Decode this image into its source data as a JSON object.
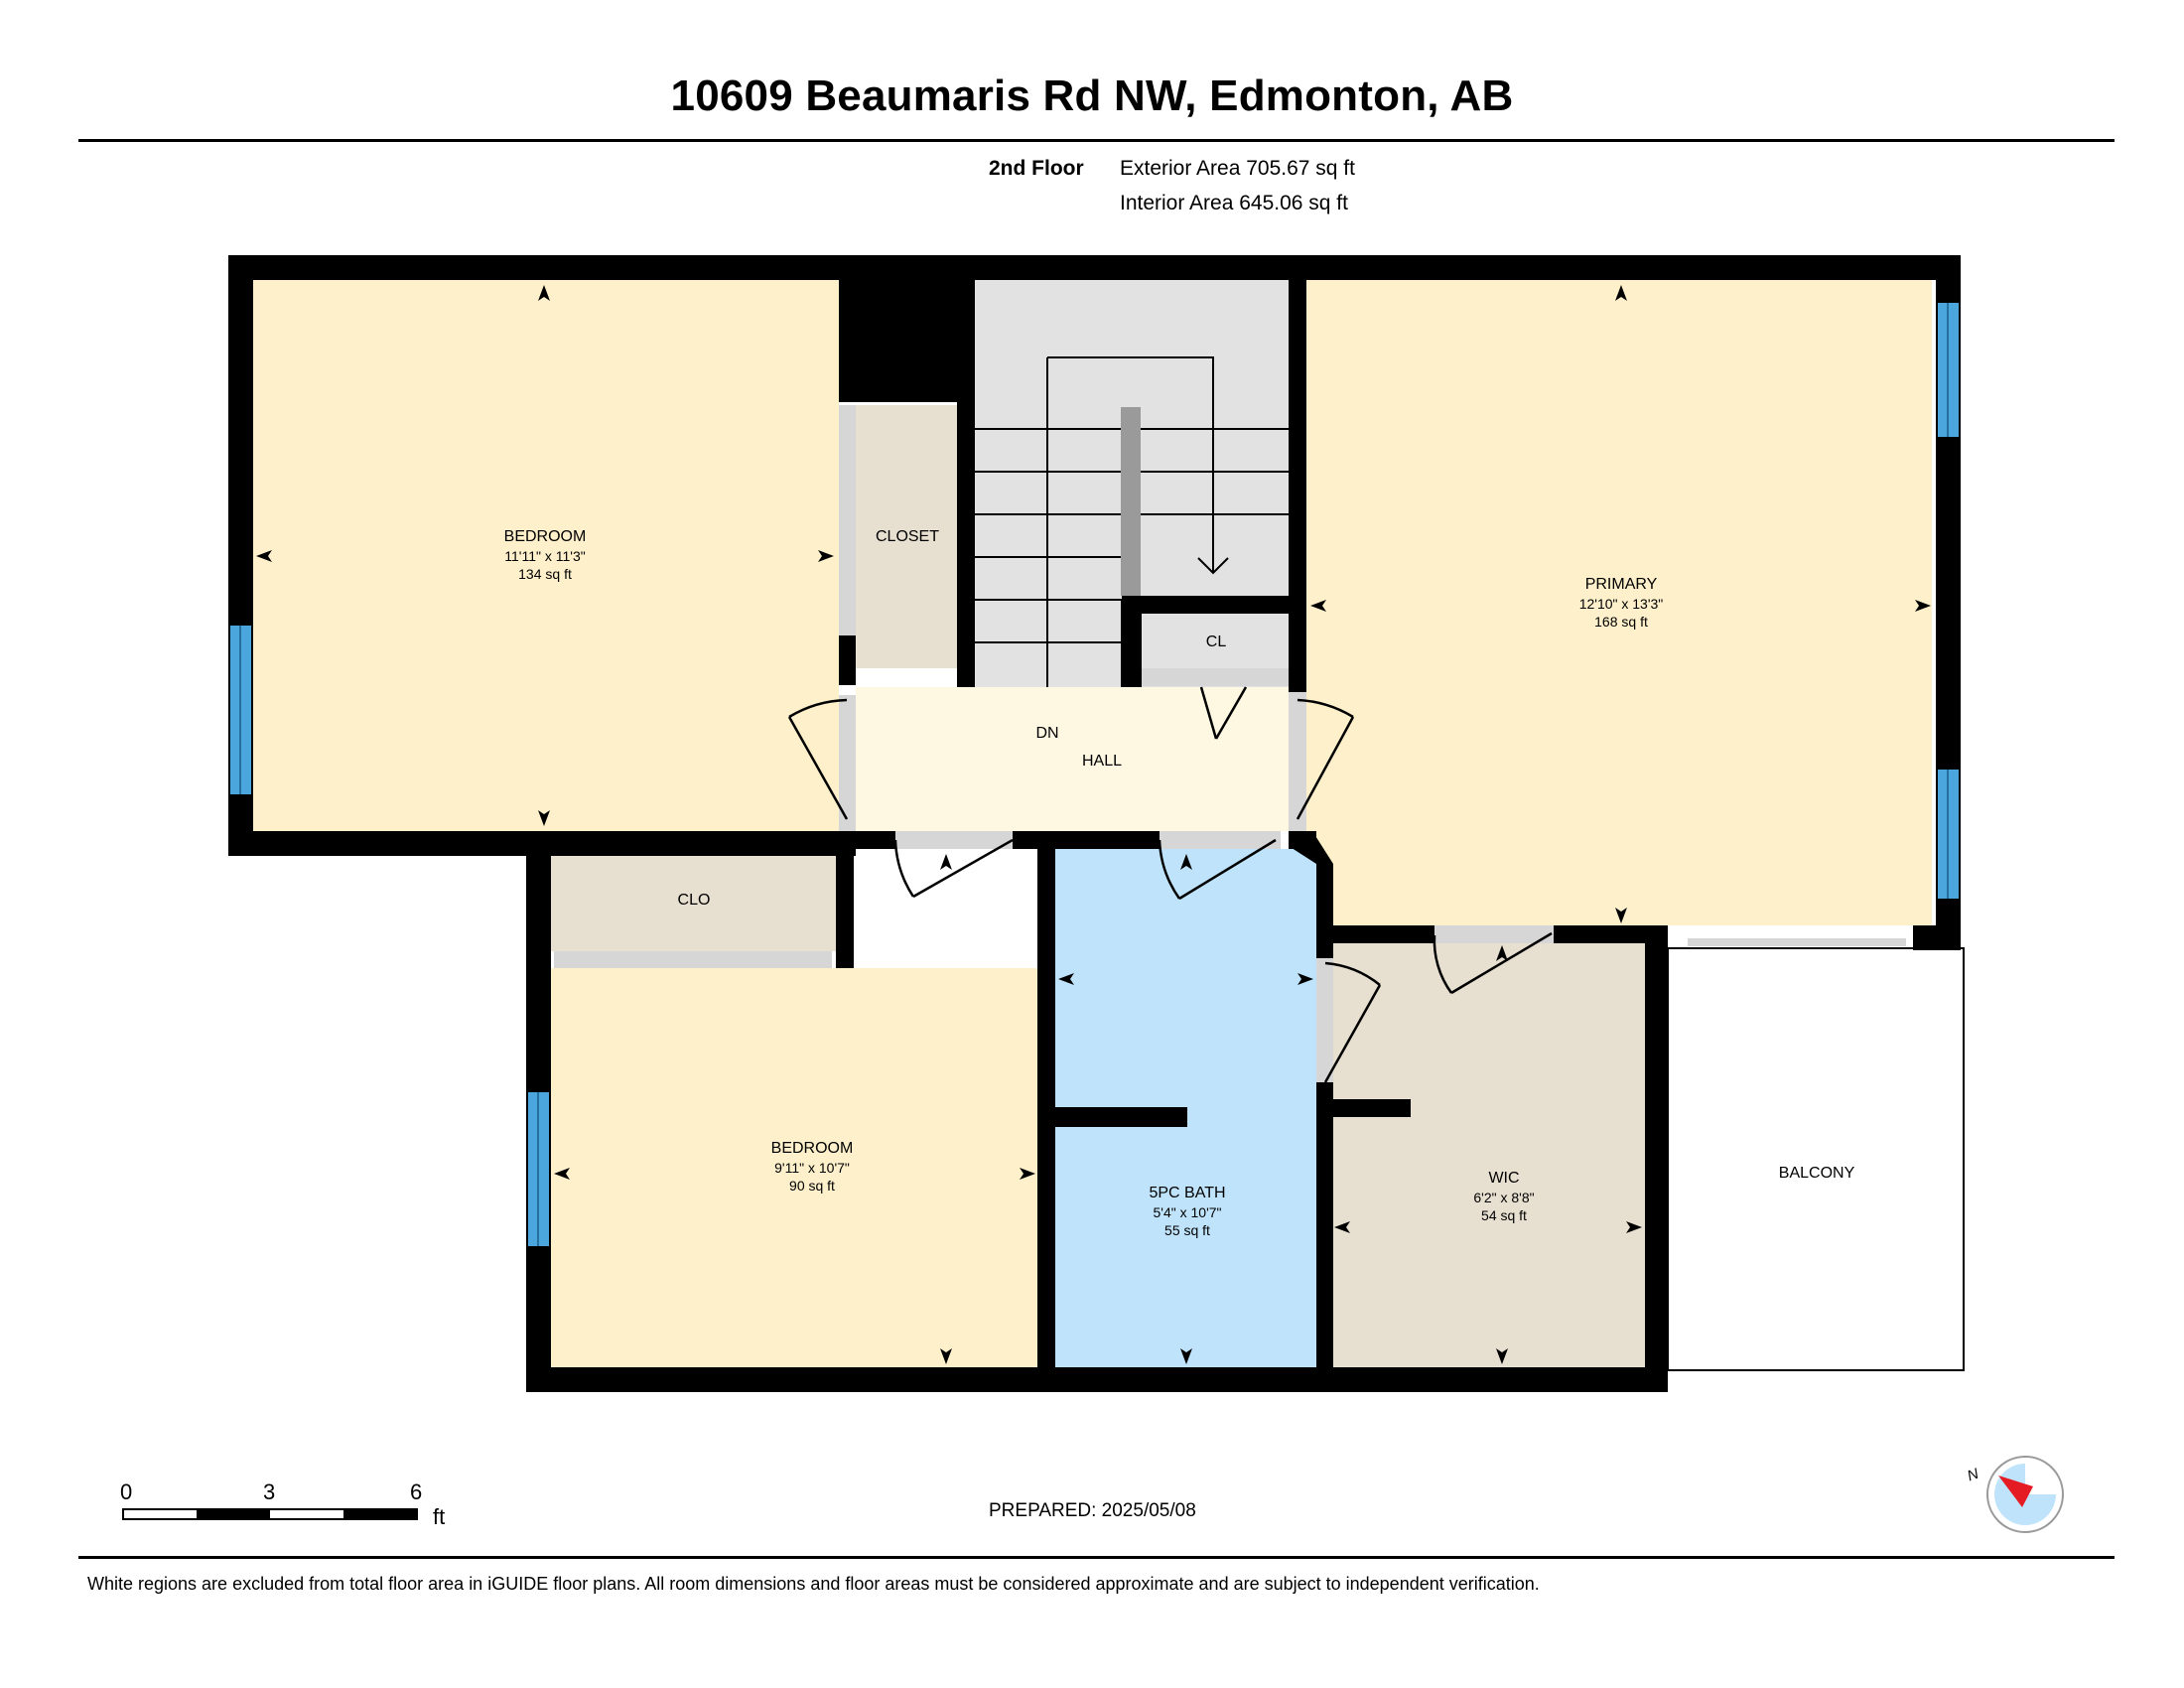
{
  "title": "10609 Beaumaris Rd NW, Edmonton, AB",
  "floor": {
    "name": "2nd Floor",
    "exterior_area": "Exterior Area 705.67 sq ft",
    "interior_area": "Interior Area 645.06 sq ft"
  },
  "rooms": {
    "bedroom1": {
      "name": "BEDROOM",
      "dims": "11'11\" x 11'3\"",
      "area": "134 sq ft"
    },
    "closet": {
      "name": "CLOSET"
    },
    "stairs_dn": {
      "name": "DN"
    },
    "hall": {
      "name": "HALL"
    },
    "cl": {
      "name": "CL"
    },
    "primary": {
      "name": "PRIMARY",
      "dims": "12'10\" x 13'3\"",
      "area": "168 sq ft"
    },
    "clo": {
      "name": "CLO"
    },
    "bedroom2": {
      "name": "BEDROOM",
      "dims": "9'11\" x 10'7\"",
      "area": "90 sq ft"
    },
    "bath": {
      "name": "5PC BATH",
      "dims": "5'4\" x 10'7\"",
      "area": "55 sq ft"
    },
    "wic": {
      "name": "WIC",
      "dims": "6'2\" x 8'8\"",
      "area": "54 sq ft"
    },
    "balcony": {
      "name": "BALCONY"
    }
  },
  "scale": {
    "ticks": [
      "0",
      "3",
      "6"
    ],
    "unit": "ft"
  },
  "compass": {
    "label": "N",
    "icon": "compass-icon"
  },
  "prepared": "PREPARED: 2025/05/08",
  "disclaimer": "White regions are excluded from total floor area in iGUIDE floor plans. All room dimensions and floor areas must be considered approximate and are subject to independent verification.",
  "colors": {
    "bedroom": "#fdf0cb",
    "closet": "#e7dfd0",
    "hall": "#fef8e2",
    "stairs": "#e2e2e2",
    "bath": "#bfe3fa",
    "window": "#4aa6dd",
    "wall": "#000000"
  }
}
